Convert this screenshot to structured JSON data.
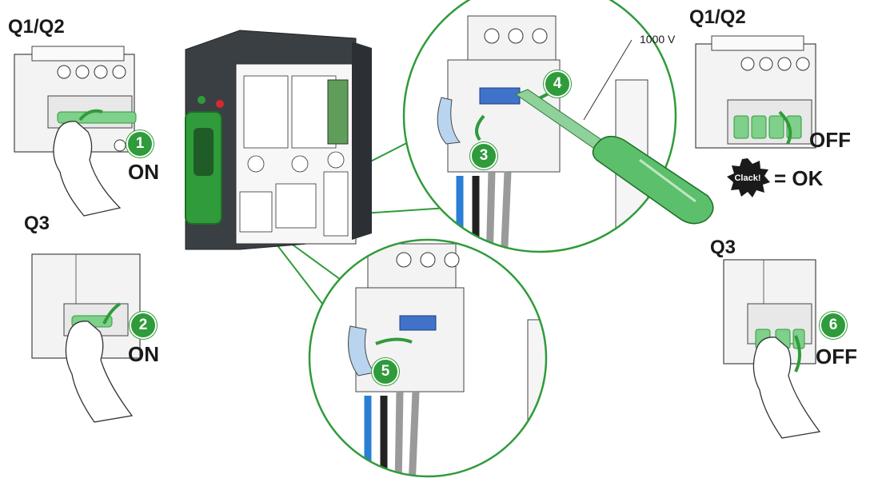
{
  "colors": {
    "accent_green": "#2f9b3a",
    "light_green": "#7ed08a",
    "enclosure_dark": "#3a3f44",
    "outline": "#444444"
  },
  "labels": {
    "left_breaker_title": "Q1/Q2",
    "left_rcd_title": "Q3",
    "right_breaker_title": "Q1/Q2",
    "right_rcd_title": "Q3",
    "on_1": "ON",
    "on_2": "ON",
    "off_1": "OFF",
    "off_2": "OFF",
    "voltage": "1000 V",
    "clack_word": "Clack!",
    "ok_text": "= OK"
  },
  "steps": [
    "1",
    "2",
    "3",
    "4",
    "5",
    "6"
  ],
  "icons": [
    "clack-burst-icon",
    "screwdriver-icon",
    "hand-icon",
    "arrow-icon"
  ]
}
